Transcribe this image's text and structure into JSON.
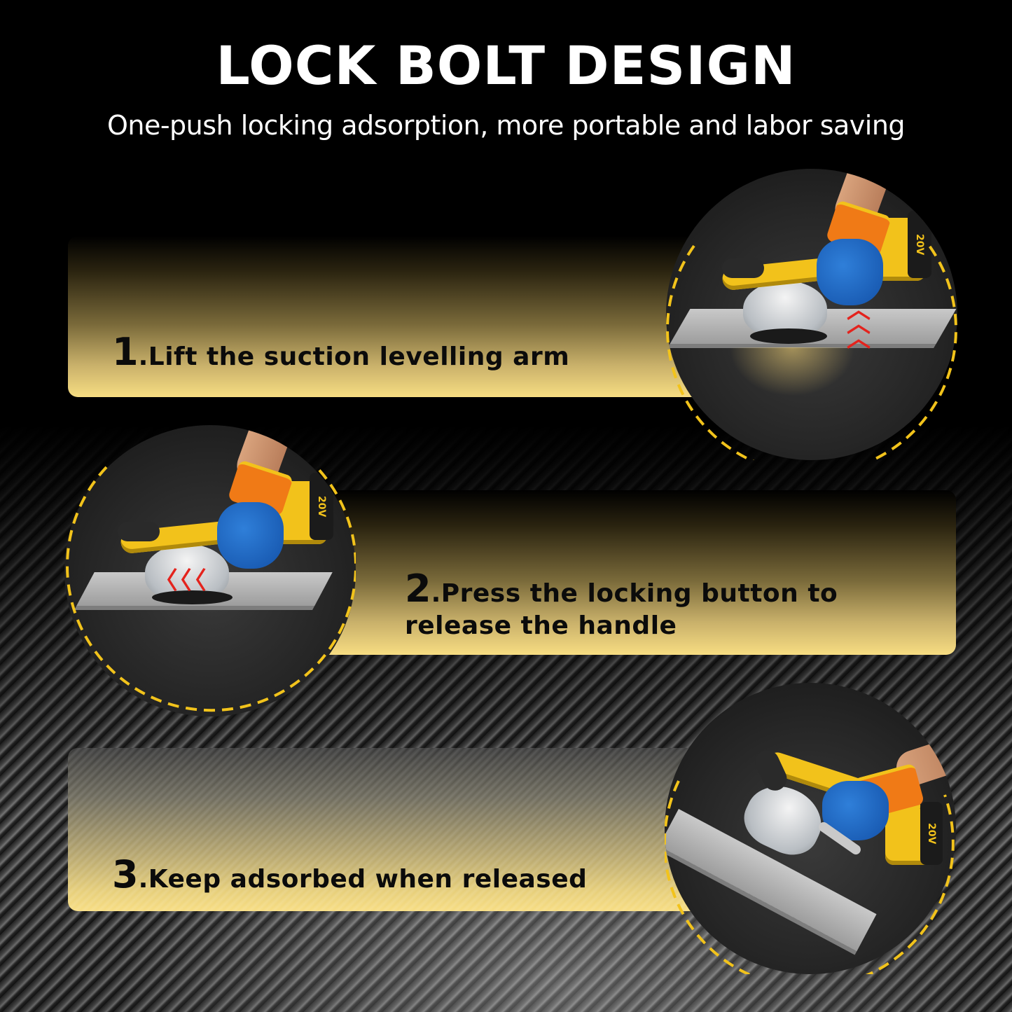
{
  "header": {
    "title": "LOCK BOLT DESIGN",
    "subtitle": "One-push locking adsorption, more portable and labor saving"
  },
  "steps": [
    {
      "number": "1",
      "text_line1": ".Lift the suction levelling arm",
      "text_line2": "",
      "image": "tool-lifting-arm-on-tile",
      "battery_label": "20V",
      "arrow_direction": "up"
    },
    {
      "number": "2",
      "text_line1": ".Press the locking button to",
      "text_line2": "release the handle",
      "image": "tool-pressing-lock-button",
      "battery_label": "20V",
      "arrow_direction": "left"
    },
    {
      "number": "3",
      "text_line1": ".Keep adsorbed when released",
      "text_line2": "",
      "image": "tool-holding-tile-tilted",
      "battery_label": "20V",
      "arrow_direction": ""
    }
  ],
  "colors": {
    "background": "#000000",
    "panel_gold": "#f7dd82",
    "ring_dash": "#f2c31b",
    "tool_yellow": "#f2c21b",
    "glove_blue": "#1f6fd0",
    "cuff_orange": "#f07a16",
    "arrow_red": "#e4231d",
    "text_dark": "#0b0b0b",
    "text_light": "#ffffff"
  }
}
